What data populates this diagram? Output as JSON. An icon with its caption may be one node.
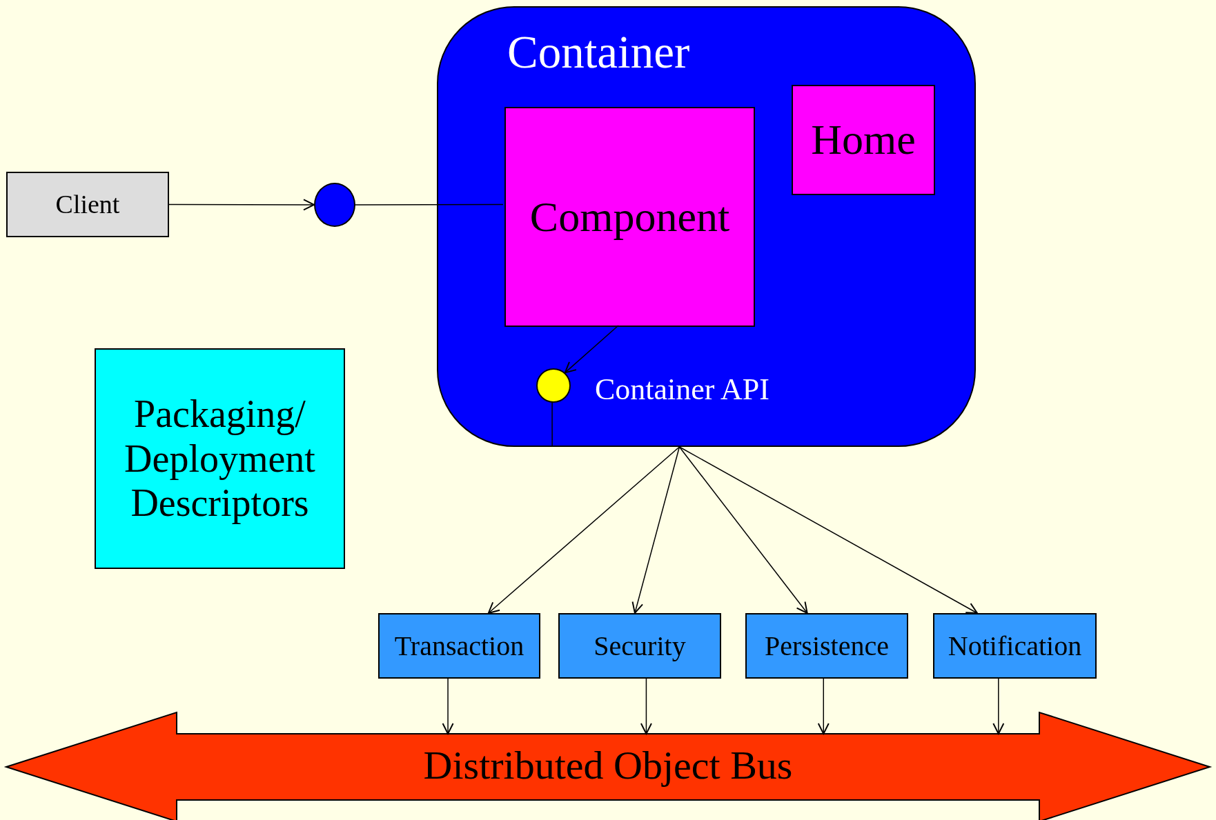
{
  "diagram": {
    "nodes": [
      {
        "text": [
          "Client"
        ]
      },
      {
        "text": [],
        "shape": "circle"
      },
      {
        "text": [
          "Container"
        ]
      },
      {
        "text": [
          "Component"
        ],
        "in": 2
      },
      {
        "text": [
          "Home"
        ],
        "in": 2
      },
      {
        "text": [],
        "shape": "circle",
        "in": 2,
        "beside": [
          "Container API"
        ]
      },
      {
        "text": [
          "Packaging/ Deployment Descriptors"
        ]
      },
      {
        "text": [
          "Transaction"
        ]
      },
      {
        "text": [
          "Security"
        ]
      },
      {
        "text": [
          "Persistence"
        ]
      },
      {
        "text": [
          "Notification"
        ]
      },
      {
        "text": [
          "Distributed Object Bus"
        ]
      }
    ],
    "edges": [
      {
        "from": 0,
        "to": 1,
        "arrow": "to"
      },
      {
        "from": 1,
        "to": 3,
        "arrow": "none"
      },
      {
        "from": 3,
        "to": 5,
        "arrow": "to"
      },
      {
        "from": 5,
        "to": 2,
        "arrow": "none"
      },
      {
        "from": 2,
        "to": 7,
        "arrow": "to"
      },
      {
        "from": 2,
        "to": 8,
        "arrow": "to"
      },
      {
        "from": 2,
        "to": 9,
        "arrow": "to"
      },
      {
        "from": 2,
        "to": 10,
        "arrow": "to"
      },
      {
        "from": 7,
        "to": 11,
        "arrow": "to"
      },
      {
        "from": 8,
        "to": 11,
        "arrow": "to"
      },
      {
        "from": 9,
        "to": 11,
        "arrow": "to"
      },
      {
        "from": 10,
        "to": 11,
        "arrow": "to"
      }
    ]
  }
}
